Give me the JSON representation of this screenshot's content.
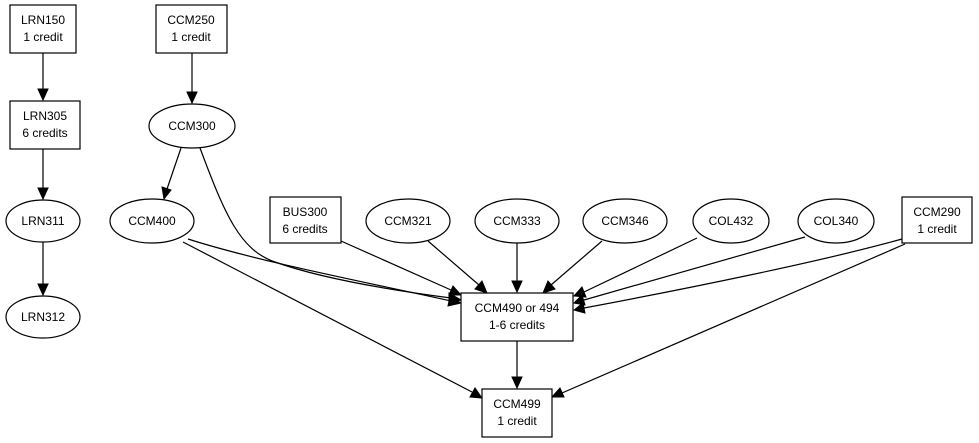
{
  "nodes": {
    "lrn150": {
      "line1": "LRN150",
      "line2": "1 credit"
    },
    "lrn305": {
      "line1": "LRN305",
      "line2": "6 credits"
    },
    "lrn311": {
      "line1": "LRN311"
    },
    "lrn312": {
      "line1": "LRN312"
    },
    "ccm250": {
      "line1": "CCM250",
      "line2": "1 credit"
    },
    "ccm300": {
      "line1": "CCM300"
    },
    "ccm400": {
      "line1": "CCM400"
    },
    "bus300": {
      "line1": "BUS300",
      "line2": "6 credits"
    },
    "ccm321": {
      "line1": "CCM321"
    },
    "ccm333": {
      "line1": "CCM333"
    },
    "ccm346": {
      "line1": "CCM346"
    },
    "col432": {
      "line1": "COL432"
    },
    "col340": {
      "line1": "COL340"
    },
    "ccm290": {
      "line1": "CCM290",
      "line2": "1 credit"
    },
    "ccm490": {
      "line1": "CCM490 or 494",
      "line2": "1-6 credits"
    },
    "ccm499": {
      "line1": "CCM499",
      "line2": "1 credit"
    }
  },
  "edges": [
    {
      "from": "LRN150",
      "to": "LRN305"
    },
    {
      "from": "LRN305",
      "to": "LRN311"
    },
    {
      "from": "LRN311",
      "to": "LRN312"
    },
    {
      "from": "CCM250",
      "to": "CCM300"
    },
    {
      "from": "CCM300",
      "to": "CCM400"
    },
    {
      "from": "CCM300",
      "to": "CCM490 or 494"
    },
    {
      "from": "CCM400",
      "to": "CCM490 or 494"
    },
    {
      "from": "CCM400",
      "to": "CCM499"
    },
    {
      "from": "BUS300",
      "to": "CCM490 or 494"
    },
    {
      "from": "CCM321",
      "to": "CCM490 or 494"
    },
    {
      "from": "CCM333",
      "to": "CCM490 or 494"
    },
    {
      "from": "CCM346",
      "to": "CCM490 or 494"
    },
    {
      "from": "COL432",
      "to": "CCM490 or 494"
    },
    {
      "from": "COL340",
      "to": "CCM490 or 494"
    },
    {
      "from": "CCM290",
      "to": "CCM490 or 494"
    },
    {
      "from": "CCM290",
      "to": "CCM499"
    },
    {
      "from": "CCM490 or 494",
      "to": "CCM499"
    }
  ]
}
